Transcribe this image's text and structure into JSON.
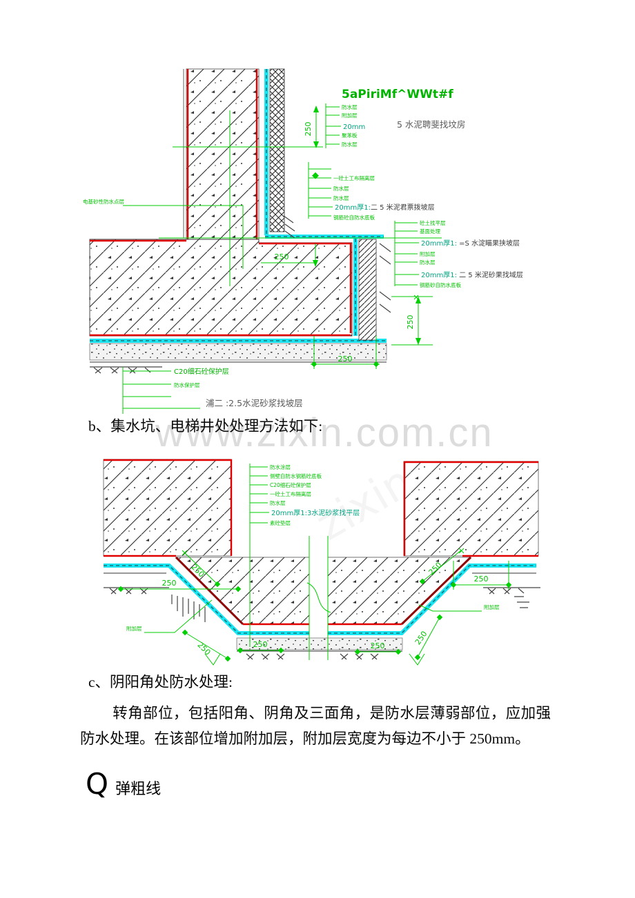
{
  "colors": {
    "annotation_green": "#00c300",
    "membrane_red": "#e10000",
    "slope_dark_red": "#8e0000",
    "waterproof_cyan": "#18e6f2",
    "watermark_gray": "#dcdcdc"
  },
  "dim": "250",
  "texts": {
    "watermark": "www.zixin.com.cn",
    "section_b": "b、集水坑、电梯井处处理方法如下:",
    "section_c": "c、阴阳角处防水处理:",
    "paragraph": "转角部位，包括阳角、阴角及三面角，是防水层薄弱部位，应加强防水处理。在该部位增加附加层，附加层宽度为每边不小于 250mm。",
    "q_initial": "Q",
    "q_label": "弹粗线"
  },
  "diagram1": {
    "title": "5aPiriMf^WWt#f",
    "note_plaster": "5 水泥聘斐找坟房",
    "left_label": "电基砂性防水点层",
    "ladder1": [
      "防水层",
      "附加层",
      "20mm",
      "聚苯板",
      "防水层"
    ],
    "ladder2": [
      "一砼土工布隔离层",
      "防水层",
      "防水层"
    ],
    "ladder2_big_prefix": "20mm厚1:",
    "ladder2_big_text": "二 5 米泥君票拨坡层",
    "ladder2_tail": "钢筋砼自防水底板",
    "right_ladder": {
      "r1": "砼土找平层",
      "r2": "基面处理",
      "big1_prefix": "20mm厚1:",
      "big1_text": " =S 水淀瞄果挟坡层",
      "r3": "附加层",
      "r4": "防水层",
      "big2_prefix": "20mm厚1:",
      "big2_text": " 二 5 米泥砂果找域层",
      "r5": "钢筋砂自防水底板"
    },
    "bottom_green": "C20细石砼保护层",
    "bottom_green2": "防水保护层",
    "bottom_gray": "浦二 :2.5水泥砂浆找坡层"
  },
  "diagram2": {
    "ladder": [
      "防水涂层",
      "侧壁自防水钢筋砼底板",
      "C20细石砼保护层",
      "一砼土工布隔离层",
      "防水层",
      "20mm厚1:3水泥砂浆找平层",
      "素砼垫层"
    ],
    "label_addl_left": "附加层",
    "label_addl_right": "附加层"
  }
}
